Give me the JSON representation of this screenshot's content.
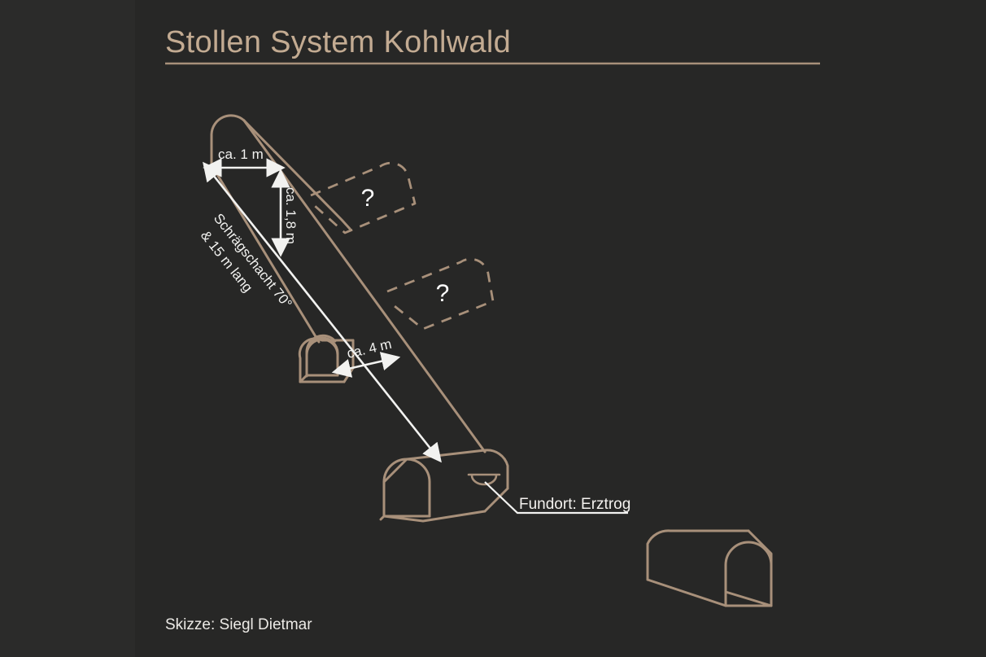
{
  "page": {
    "title": "Stollen System Kohlwald",
    "background_color": "#272726",
    "accent_color": "#a8907a",
    "label_color": "#f2f2f0",
    "credit": "Skizze: Siegl Dietmar"
  },
  "header": {
    "title": "Stollen System Kohlwald"
  },
  "diagram": {
    "type": "mine-tunnel-sketch",
    "dimensions": {
      "shaft_width": "ca. 1 m",
      "shaft_height": "ca. 1,8 m",
      "adit_length": "ca. 4 m"
    },
    "shaft_label_line1": "Schrägschacht 70°",
    "shaft_label_line2": "& 15 m lang",
    "unknown_marker": "?",
    "unknown_passages": [
      {
        "label": "?"
      },
      {
        "label": "?"
      }
    ],
    "findspot": {
      "label": "Fundort: Erztrog"
    }
  },
  "footer": {
    "credit": "Skizze: Siegl Dietmar"
  }
}
